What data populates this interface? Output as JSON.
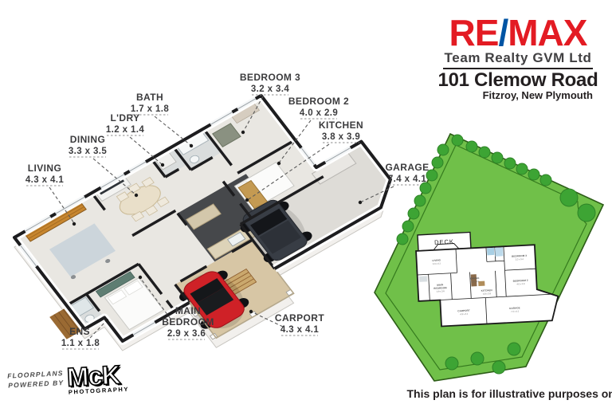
{
  "header": {
    "brand_re": "RE",
    "brand_slash": "/",
    "brand_max": "MAX",
    "team_name": "Team Realty GVM Ltd",
    "address": "101 Clemow Road",
    "locality": "Fitzroy, New Plymouth"
  },
  "rooms": [
    {
      "name": "LIVING",
      "dims": "4.3 x 4.1"
    },
    {
      "name": "DINING",
      "dims": "3.3 x 3.5"
    },
    {
      "name": "L'DRY",
      "dims": "1.2 x 1.4"
    },
    {
      "name": "BATH",
      "dims": "1.7 x 1.8"
    },
    {
      "name": "BEDROOM 3",
      "dims": "3.2 x 3.4"
    },
    {
      "name": "BEDROOM 2",
      "dims": "4.0 x 2.9"
    },
    {
      "name": "KITCHEN",
      "dims": "3.8 x 3.9"
    },
    {
      "name": "GARAGE",
      "dims": "7.4 x 4.1"
    },
    {
      "name_line1": "MAIN",
      "name_line2": "BEDROOM",
      "dims": "2.9 x 3.6"
    },
    {
      "name": "ENS",
      "dims": "1.1 x 1.8"
    },
    {
      "name": "CARPORT",
      "dims": "4.3 x 4.1"
    }
  ],
  "site_plan": {
    "deck": "DECK"
  },
  "credits": {
    "powered_line1": "FLOORPLANS",
    "powered_line2": "POWERED BY",
    "logo_text": "McK",
    "logo_sub": "PHOTOGRAPHY"
  },
  "disclaimer": "This plan is for illustrative purposes only",
  "colors": {
    "remax_red": "#e31b23",
    "remax_blue": "#0054a4",
    "lawn_green": "#70c049",
    "tree_green": "#3da434",
    "tree_rim": "#2e8427",
    "car_red": "#cf2127",
    "suv_gray": "#383d45",
    "wood_orange": "#c7862f",
    "carport_tan": "#d7c6a5",
    "kitchen_floor": "#46484b",
    "floor_gray": "#e9e7e2"
  }
}
